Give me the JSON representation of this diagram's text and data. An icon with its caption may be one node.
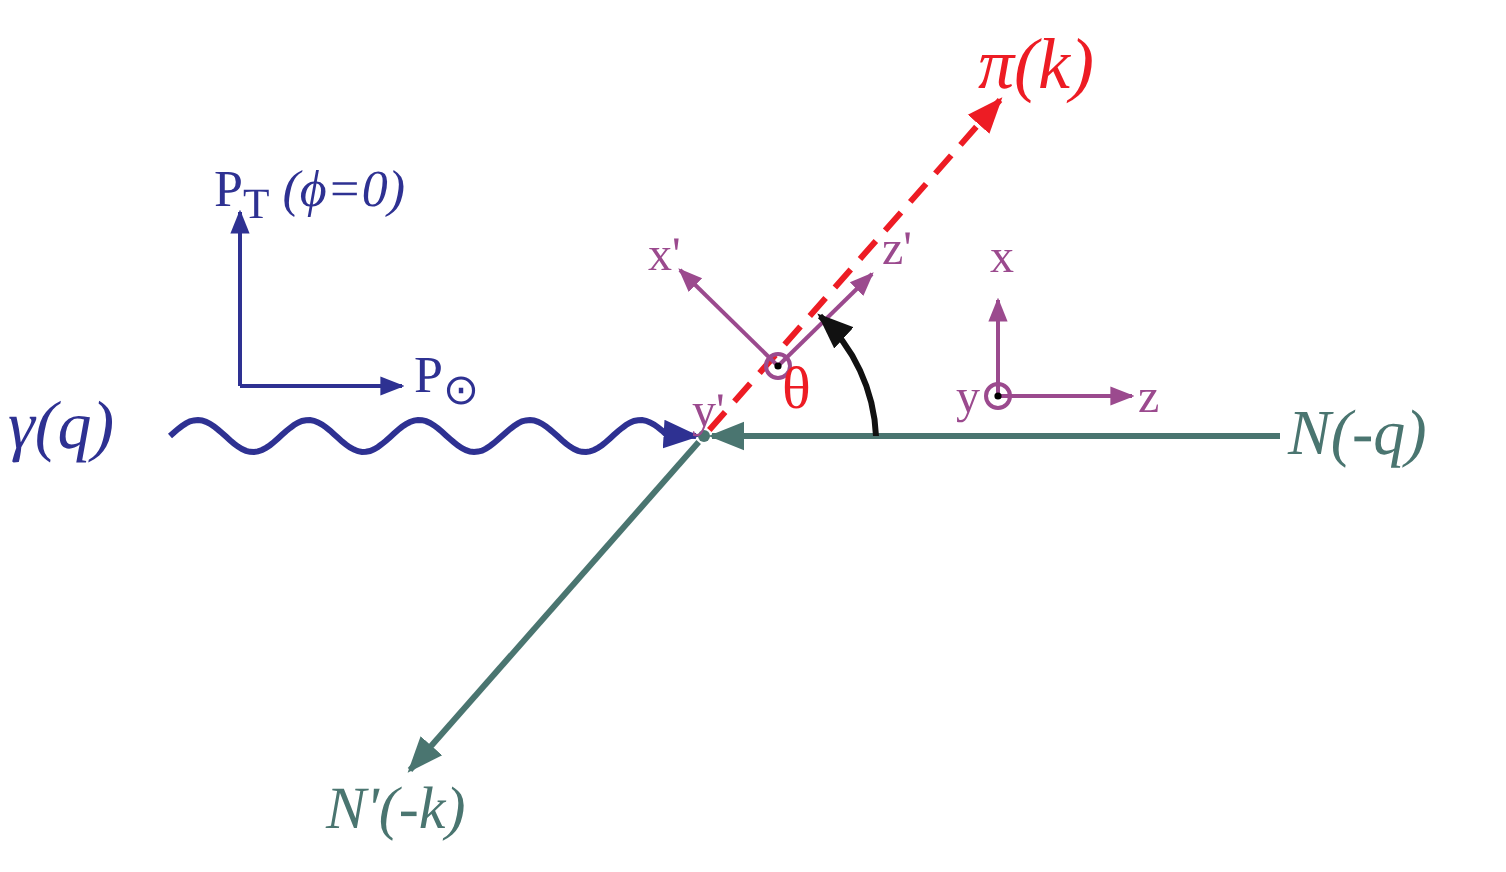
{
  "diagram": {
    "nodes": [
      {
        "text": [
          "γ(q)"
        ]
      },
      {
        "text": [],
        "shape": "point"
      },
      {
        "text": [
          "π(k)"
        ]
      },
      {
        "text": [
          "N(-q)"
        ]
      },
      {
        "text": [
          "N'(-k)"
        ]
      }
    ],
    "edges": [
      {
        "from": 0,
        "to": 1,
        "arrow": "to",
        "color": "#2e3192"
      },
      {
        "from": 1,
        "to": 2,
        "arrow": "to",
        "style": "dashed",
        "color": "#ed1c24"
      },
      {
        "from": 3,
        "to": 1,
        "arrow": "to"
      },
      {
        "from": 1,
        "to": 4,
        "arrow": "to"
      }
    ],
    "labels": [
      "P$_{T}$ *(ϕ=0)*",
      "P$_{⊙}$",
      "x'",
      "z'",
      "y'",
      "x",
      "y",
      "z",
      "θ"
    ]
  }
}
